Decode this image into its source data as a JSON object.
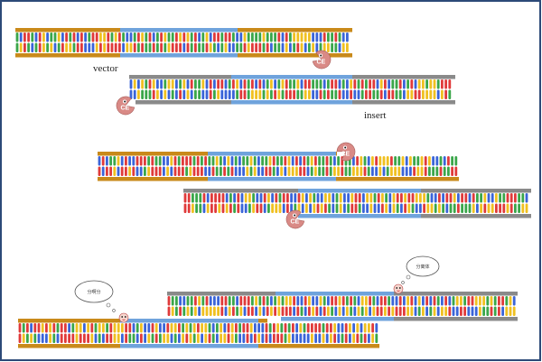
{
  "labels": {
    "vector": "vector",
    "insert": "insert"
  },
  "enzyme": {
    "label": "CE",
    "color": "#d98a86"
  },
  "bubbles": {
    "left": "分啊分",
    "right": "分离体"
  },
  "colors": {
    "border": "#2c4a78",
    "vector_backbone": "#c98a1a",
    "insert_backbone": "#8a8a8a",
    "highlight_backbone": "#6fa3dc",
    "bases": [
      "#e03a3a",
      "#3aa64a",
      "#3a64d8",
      "#f0c020"
    ]
  }
}
